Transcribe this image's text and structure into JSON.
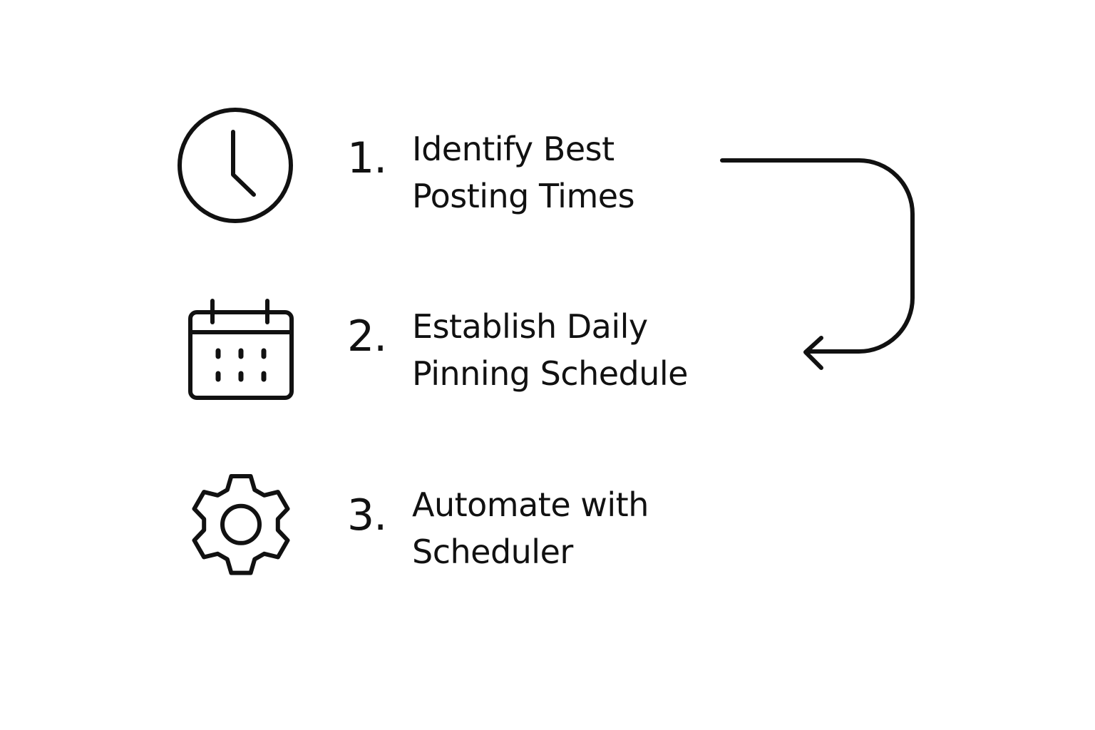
{
  "steps": [
    {
      "number": "1.",
      "line1": "Identify Best",
      "line2": "Posting Times",
      "icon": "clock-icon"
    },
    {
      "number": "2.",
      "line1": "Establish Daily",
      "line2": "Pinning Schedule",
      "icon": "calendar-icon"
    },
    {
      "number": "3.",
      "line1": "Automate with",
      "line2": "Scheduler",
      "icon": "gear-icon"
    }
  ],
  "connector": {
    "from": "step-1",
    "to": "step-2",
    "icon": "curved-return-arrow"
  },
  "colors": {
    "stroke": "#111111",
    "text": "#111111",
    "background": "#ffffff"
  }
}
